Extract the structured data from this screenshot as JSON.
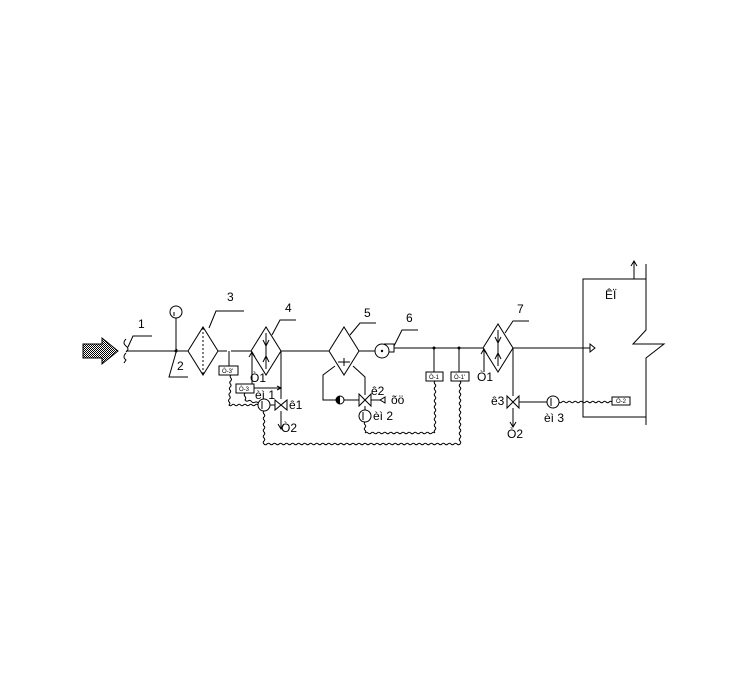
{
  "components": {
    "damper": "1",
    "mixing_damper": "2",
    "filter": "3",
    "heater_1": "4",
    "cooler": "5",
    "fan": "6",
    "heater_2": "7"
  },
  "labels": {
    "room": "ÊÏ",
    "heater1_supply": "Ò1",
    "heater1_return": "Ò2",
    "heater1_actuator": "èì 1",
    "heater1_valve": "ê1",
    "sensor_t3p": "Ò-3'",
    "sensor_t3": "Ò-3",
    "cooler_valve": "ê2",
    "cooler_medium": "õö",
    "cooler_actuator": "èì 2",
    "sensor_t1": "Ò-1",
    "sensor_t1p": "Ò-1'",
    "heater2_supply": "Ò1",
    "heater2_valve": "ê3",
    "heater2_return": "Ò2",
    "heater2_actuator": "èì 3",
    "sensor_t2": "Ò-2"
  }
}
